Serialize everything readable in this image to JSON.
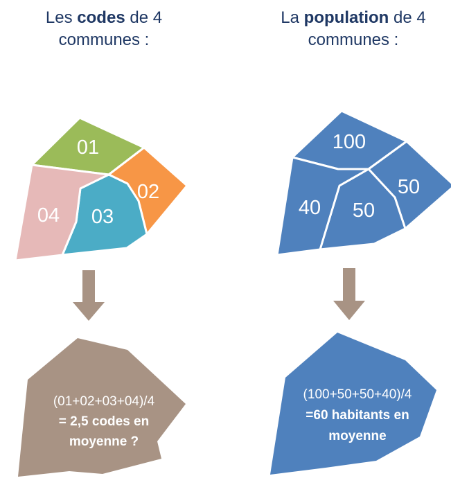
{
  "left": {
    "title_prefix": "Les ",
    "title_bold": "codes",
    "title_suffix": " de 4",
    "title_line2": "communes :",
    "pieces": {
      "p01": "01",
      "p02": "02",
      "p03": "03",
      "p04": "04"
    },
    "result_line1": "(01+02+03+04)/4",
    "result_line2": "= 2,5 codes en",
    "result_line3": "moyenne ?"
  },
  "right": {
    "title_prefix": "La ",
    "title_bold": "population",
    "title_suffix": " de 4",
    "title_line2": "communes :",
    "pieces": {
      "top": "100",
      "right": "50",
      "middle": "50",
      "left": "40"
    },
    "result_line1": "(100+50+50+40)/4",
    "result_line2": "=60 habitants en",
    "result_line3": "moyenne"
  },
  "colors": {
    "title": "#1f3864",
    "code_01": "#9bbb59",
    "code_02": "#f79646",
    "code_03": "#4bacc6",
    "code_04": "#e6b9b8",
    "population": "#4f81bd",
    "arrow_and_left_result": "#a89384"
  }
}
